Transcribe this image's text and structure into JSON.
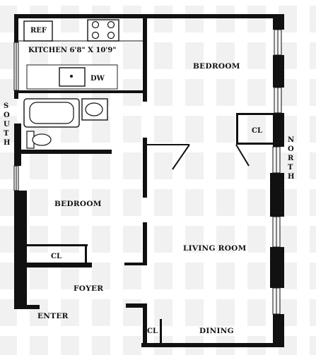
{
  "labels": {
    "ref": "REF",
    "kitchen": "KITCHEN 6'8\" X 10'9\"",
    "dw": "DW",
    "bedroom_top": "BEDROOM",
    "cl_north": "CL",
    "bedroom_left": "BEDROOM",
    "cl_left": "CL",
    "living_room": "LIVING ROOM",
    "foyer": "FOYER",
    "enter": "ENTER",
    "cl_bottom": "CL",
    "dining": "DINING"
  },
  "compass": {
    "south": [
      "S",
      "O",
      "U",
      "T",
      "H"
    ],
    "north": [
      "N",
      "O",
      "R",
      "T",
      "H"
    ]
  },
  "colors": {
    "wall": "#111111",
    "window_glass": "#f4f4f4",
    "watermark": "#f1f1f1"
  }
}
